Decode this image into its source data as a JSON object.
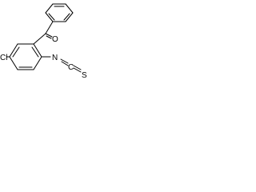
{
  "structure": {
    "atoms": {
      "oxygen": "O",
      "chlorine": "Cl",
      "nitrogen": "N",
      "carbon": "C",
      "sulfur": "S"
    },
    "colors": {
      "bond": "#000000",
      "background": "#ffffff",
      "label": "#000000"
    }
  }
}
